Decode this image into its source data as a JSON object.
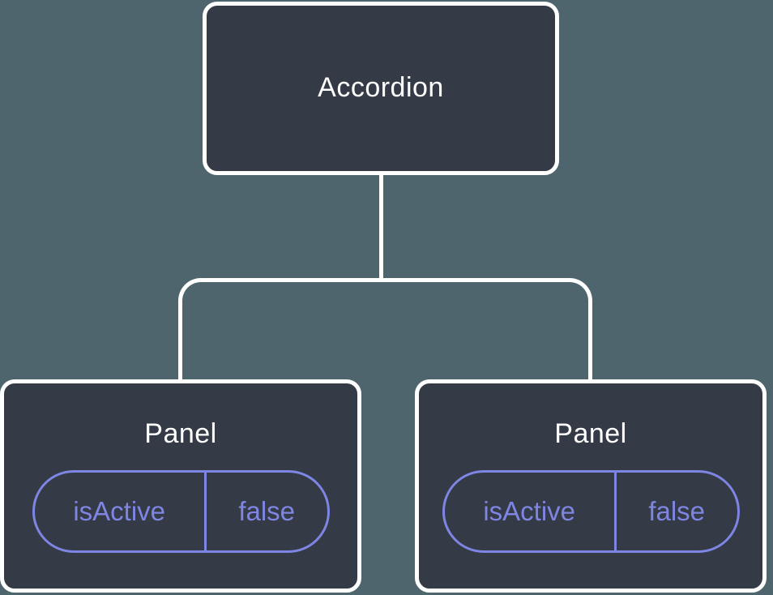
{
  "diagram": {
    "description": "Component tree diagram: Accordion parent with two Panel children, each holding local state",
    "root": {
      "label": "Accordion"
    },
    "panels": [
      {
        "title": "Panel",
        "state": {
          "key": "isActive",
          "value": "false"
        }
      },
      {
        "title": "Panel",
        "state": {
          "key": "isActive",
          "value": "false"
        }
      }
    ],
    "colors": {
      "background": "#4e656e",
      "node_fill": "#343a46",
      "node_border": "#ffffff",
      "connector": "#ffffff",
      "state_accent": "#7e85e2",
      "node_text": "#ffffff"
    }
  }
}
